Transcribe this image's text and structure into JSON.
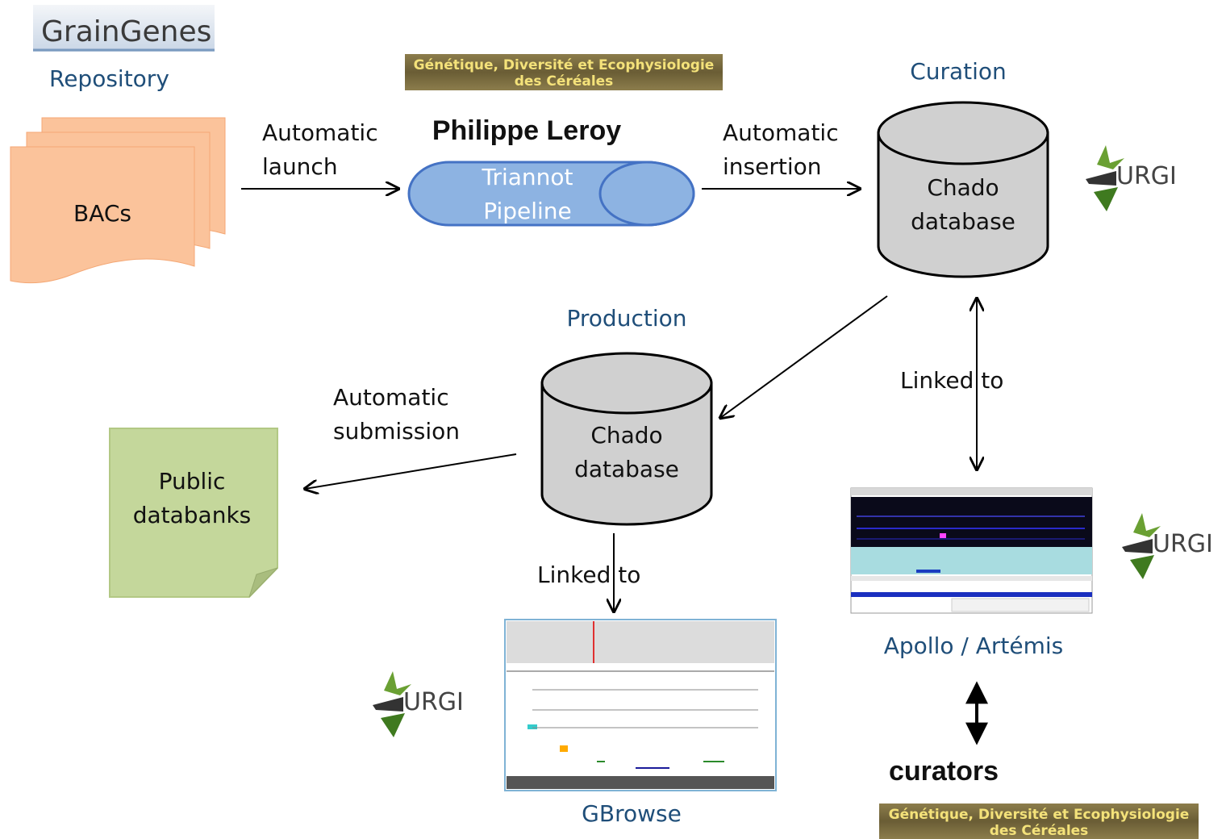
{
  "labels": {
    "graingenes_logo": "GrainGenes",
    "repository": "Repository",
    "gdec_banner_line1": "Génétique, Diversité et Ecophysiologie",
    "gdec_banner_line2": "des Céréales",
    "person": "Philippe Leroy",
    "curation": "Curation",
    "auto_launch_1": "Automatic",
    "auto_launch_2": "launch",
    "pipeline_1": "Triannot",
    "pipeline_2": "Pipeline",
    "auto_insert_1": "Automatic",
    "auto_insert_2": "insertion",
    "bacs": "BACs",
    "chado_curation_1": "Chado",
    "chado_curation_2": "database",
    "urgi": "URGI",
    "production": "Production",
    "chado_prod_1": "Chado",
    "chado_prod_2": "database",
    "auto_submit_1": "Automatic",
    "auto_submit_2": "submission",
    "public_1": "Public",
    "public_2": "databanks",
    "linked_to_right": "Linked to",
    "linked_to_bottom": "Linked to",
    "apollo": "Apollo / Artémis",
    "gbrowse": "GBrowse",
    "curators": "curators"
  },
  "colors": {
    "bacs_fill": "#FBC39B",
    "pipeline_fill": "#8DB3E2",
    "pipeline_stroke": "#4472C4",
    "db_fill": "#D0D0D0",
    "public_fill": "#C4D79B",
    "label_blue": "#1F4E79",
    "banner_bg": "#7b6a3d",
    "urgi_green": "#4f8a2a"
  },
  "icons": {
    "urgi_logo": "urgi-logo-icon",
    "pipeline": "pipeline-cylinder-icon",
    "database": "database-cylinder-icon"
  }
}
